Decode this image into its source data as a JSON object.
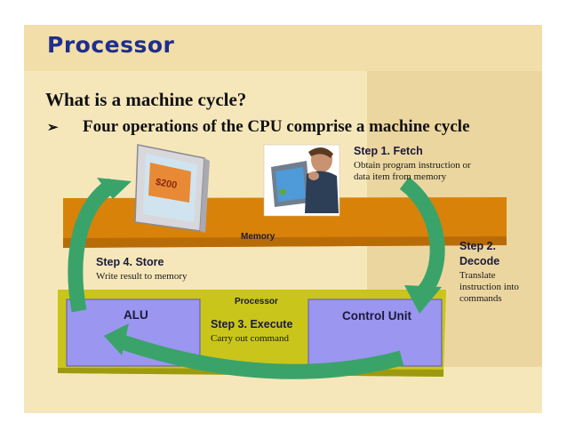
{
  "slide": {
    "title": "Processor",
    "heading": "What is a machine cycle?",
    "bullet": "Four operations of the CPU comprise a machine cycle",
    "bullet_symbol": "➢"
  },
  "diagram": {
    "memory_label": "Memory",
    "processor_label": "Processor",
    "alu_label": "ALU",
    "control_unit_label": "Control Unit",
    "monitor_screen_text": "$200",
    "steps": {
      "step1": {
        "title": "Step 1.  Fetch",
        "desc": "Obtain program instruction or data item from memory"
      },
      "step2": {
        "title": "Step 2. Decode",
        "desc": "Translate instruction into commands"
      },
      "step3": {
        "title": "Step 3. Execute",
        "desc": "Carry out command"
      },
      "step4": {
        "title": "Step 4. Store",
        "desc": "Write result to memory"
      }
    }
  },
  "colors": {
    "title_blue": "#1f2e8c",
    "memory_orange": "#d9820a",
    "processor_olive": "#c9c51a",
    "unit_lavender": "#9b96f0",
    "arrow_green": "#3aa36a",
    "slide_cream": "#f6e7bb"
  }
}
